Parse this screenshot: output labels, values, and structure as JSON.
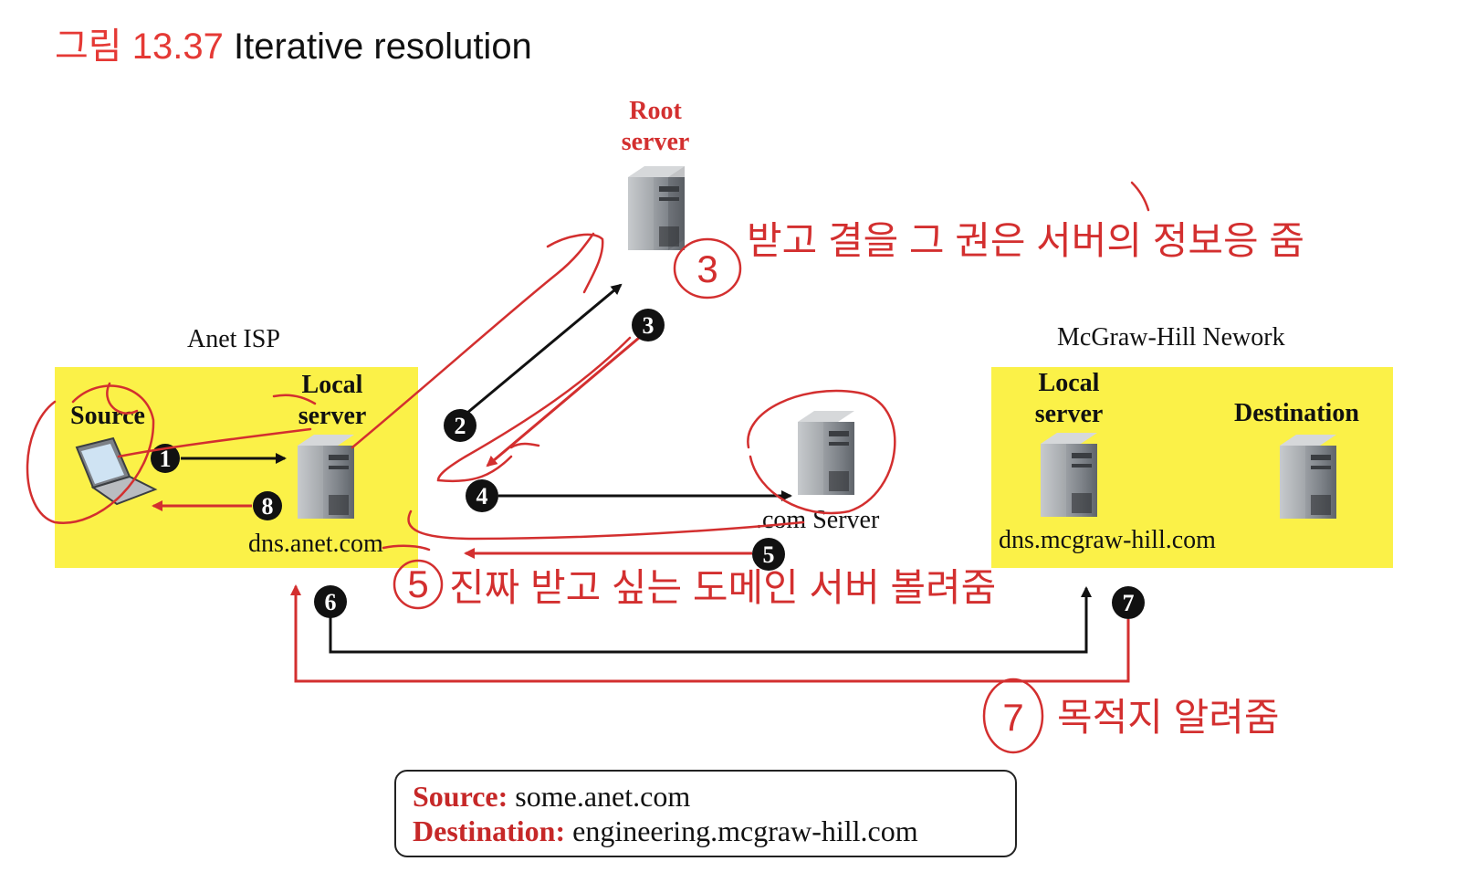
{
  "title": {
    "prefix": "그림",
    "number": "13.37",
    "text": "Iterative resolution"
  },
  "root": {
    "label_line1": "Root",
    "label_line2": "server"
  },
  "anet": {
    "isp_label": "Anet ISP",
    "source_label": "Source",
    "local_line1": "Local",
    "local_line2": "server",
    "dns_name": "dns.anet.com"
  },
  "com_server": {
    "label": ".com Server"
  },
  "mcgraw": {
    "network_label": "McGraw-Hill Nework",
    "local_line1": "Local",
    "local_line2": "server",
    "destination_label": "Destination",
    "dns_name": "dns.mcgraw-hill.com"
  },
  "steps": [
    "1",
    "2",
    "3",
    "4",
    "5",
    "6",
    "7",
    "8"
  ],
  "legend": {
    "source_key": "Source:",
    "source_value": "some.anet.com",
    "dest_key": "Destination:",
    "dest_value": "engineering.mcgraw-hill.com"
  },
  "annotations": {
    "note3_circle": "3",
    "note3_text": "받고 결을 그 권은 서버의 정보응 줌",
    "note5_circle": "5",
    "note5_text": "진짜 받고 싶는 도메인 서버 볼려줌",
    "note7_circle": "7",
    "note7_text": "목적지 알려줌"
  },
  "colors": {
    "accent": "#d32f2f",
    "zone": "#fbf148",
    "ink": "#d32f2f"
  }
}
